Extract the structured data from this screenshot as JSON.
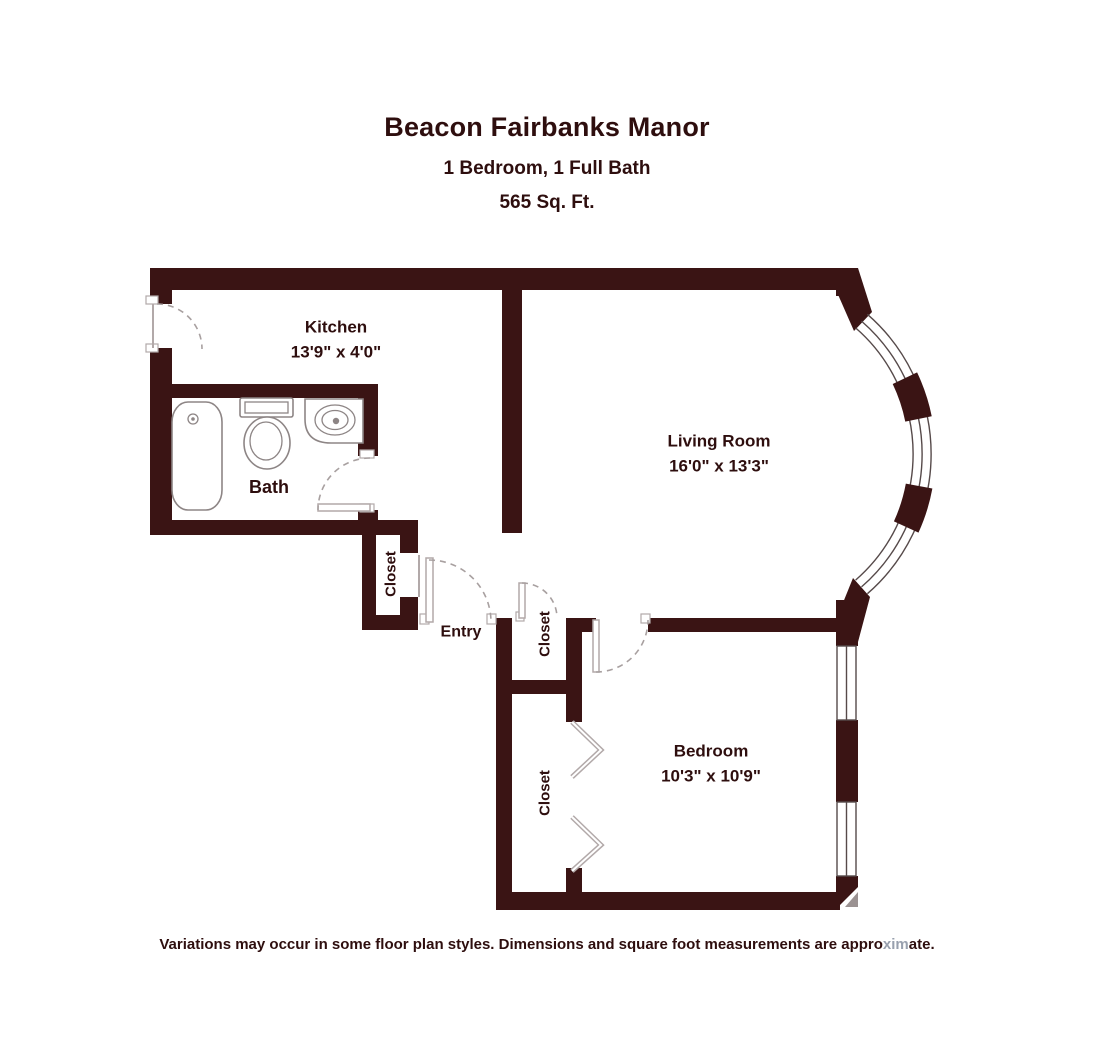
{
  "header": {
    "title": "Beacon Fairbanks Manor",
    "subtitle": "1 Bedroom, 1 Full Bath",
    "area": "565 Sq. Ft."
  },
  "rooms": {
    "kitchen": {
      "name": "Kitchen",
      "dims": "13'9\" x 4'0\""
    },
    "living": {
      "name": "Living Room",
      "dims": "16'0\" x 13'3\""
    },
    "bedroom": {
      "name": "Bedroom",
      "dims": "10'3\" x 10'9\""
    },
    "bath": {
      "name": "Bath"
    },
    "entry": {
      "name": "Entry"
    }
  },
  "closets": {
    "entry": {
      "label": "Closet"
    },
    "hall": {
      "label": "Closet"
    },
    "bedroom": {
      "label": "Closet"
    }
  },
  "footer": {
    "text_start": "Variations may occur in some floor plan styles. Dimensions and square foot measurements are appro",
    "text_faded": "xim",
    "text_end": "ate."
  },
  "colors": {
    "wall": "#3a1414",
    "text": "#2e0e0e",
    "faded_text": "#98a0ae",
    "line_gray": "#a8a0a0",
    "line_dark": "#564a4a",
    "panel_gray": "#b2a9a9",
    "fixture_gray": "#8d8585",
    "shadow_gray": "#9b9292"
  }
}
